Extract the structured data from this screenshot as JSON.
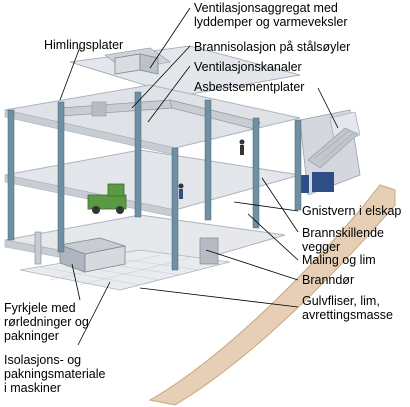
{
  "labels": {
    "himlingsplater": "Himlingsplater",
    "ventilasjonsaggregat_1": "Ventilasjonsaggregat med",
    "ventilasjonsaggregat_2": "lyddemper og varmeveksler",
    "brannisolasjon": "Brannisolasjon på stålsøyler",
    "ventilasjonskanaler": "Ventilasjonskanaler",
    "asbestsementplater": "Asbestsementplater",
    "gnistvern": "Gnistvern i elskap",
    "brannskillende_1": "Brannskillende",
    "brannskillende_2": "vegger",
    "maling": "Maling og lim",
    "branndor": "Branndør",
    "gulvfliser_1": "Gulvfliser, lim,",
    "gulvfliser_2": "avrettingsmasse",
    "fyrkjele_1": "Fyrkjele med",
    "fyrkjele_2": "rørledninger og",
    "fyrkjele_3": "pakninger",
    "isolasjon_1": "Isolasjons- og",
    "isolasjon_2": "pakningsmateriale",
    "isolasjon_3": "i maskiner"
  },
  "colors": {
    "floor_slab": "#dfe2e7",
    "floor_edge": "#aeb4bd",
    "column": "#6f8fa3",
    "duct": "#c9cdd3",
    "terrain": "#e6cfb4",
    "terrain_edge": "#c7a782",
    "glass": "#2e4f86",
    "vehicle": "#5a9a42",
    "leader": "#000000"
  }
}
